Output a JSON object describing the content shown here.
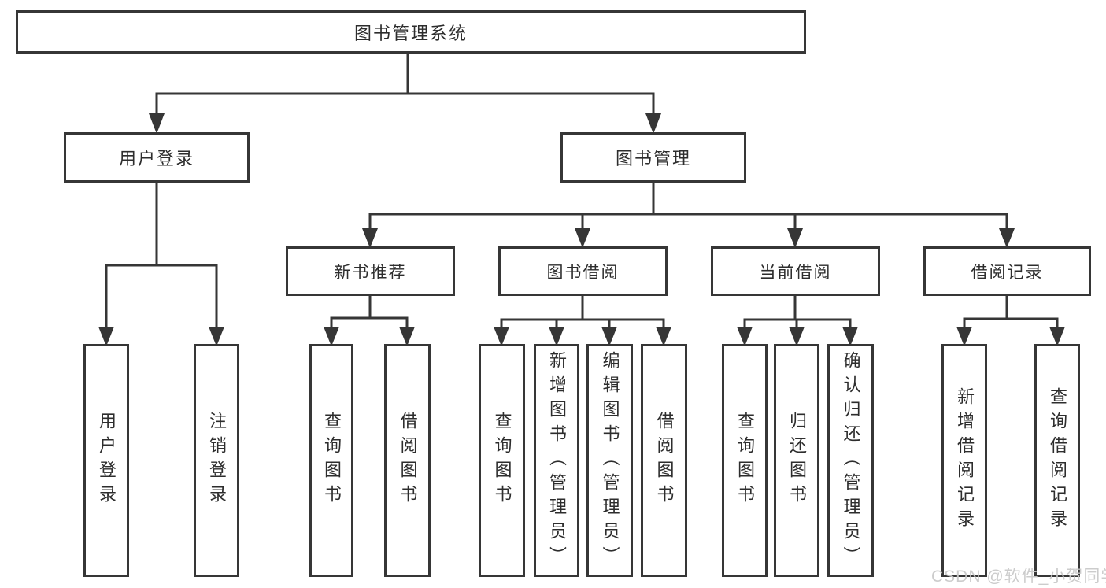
{
  "tree": {
    "root": {
      "label": "图书管理系统"
    },
    "branches": [
      {
        "label": "用户登录",
        "children": [
          {
            "label": "用户登录"
          },
          {
            "label": "注销登录"
          }
        ]
      },
      {
        "label": "图书管理",
        "children": [
          {
            "label": "新书推荐",
            "children": [
              {
                "label": "查询图书"
              },
              {
                "label": "借阅图书"
              }
            ]
          },
          {
            "label": "图书借阅",
            "children": [
              {
                "label": "查询图书"
              },
              {
                "label": "新增图书（管理员）"
              },
              {
                "label": "编辑图书（管理员）"
              },
              {
                "label": "借阅图书"
              }
            ]
          },
          {
            "label": "当前借阅",
            "children": [
              {
                "label": "查询图书"
              },
              {
                "label": "归还图书"
              },
              {
                "label": "确认归还（管理员）"
              }
            ]
          },
          {
            "label": "借阅记录",
            "children": [
              {
                "label": "新增借阅记录"
              },
              {
                "label": "查询借阅记录"
              }
            ]
          }
        ]
      }
    ]
  },
  "watermark": {
    "text": "CSDN @软件_小贺同学"
  },
  "colors": {
    "line": "#363636",
    "text": "#2d2d2d",
    "background": "#ffffff",
    "watermark": "#c9c9c9"
  }
}
